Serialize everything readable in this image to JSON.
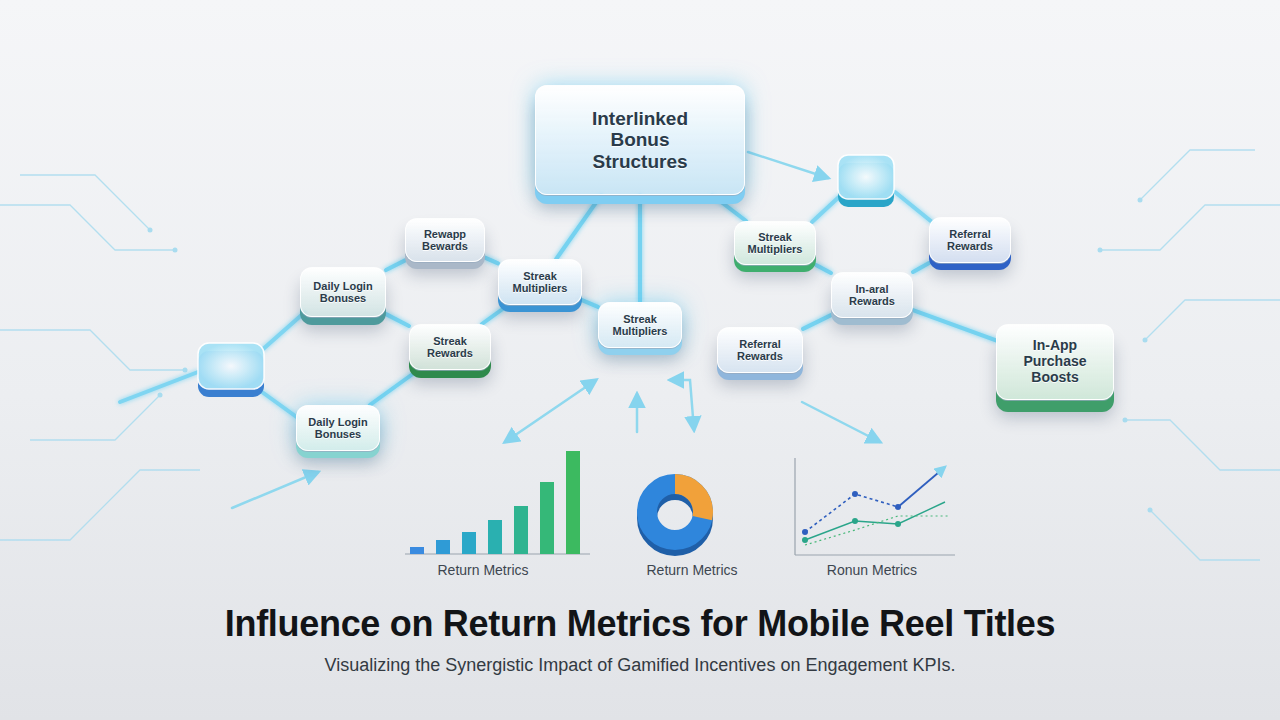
{
  "diagram": {
    "title": "Influence on Return Metrics for Mobile Reel Titles",
    "caption": "Visualizing the Synergistic Impact of Gamified Incentives on Engagement KPIs.",
    "nodes": [
      {
        "text": [
          "Interlinked Bonus Structures"
        ]
      },
      {
        "text": [
          "Rewapp Bewards"
        ]
      },
      {
        "text": [
          "Streak Multipliers"
        ]
      },
      {
        "text": [
          "Referral Rewards"
        ]
      },
      {
        "text": [
          "Streak Multipliers"
        ]
      },
      {
        "text": [
          "Daily Login Bonuses"
        ]
      },
      {
        "text": [
          "In-aral Rewards"
        ]
      },
      {
        "text": [
          "Streak Multipliers"
        ]
      },
      {
        "text": [
          "Streak Rewards"
        ]
      },
      {
        "text": [
          "Referral Rewards"
        ]
      },
      {
        "text": [
          "In-App Purchase Boosts"
        ]
      },
      {
        "text": [
          "Daily Login Bonuses"
        ]
      }
    ],
    "edges": [
      {
        "from": 0,
        "to": 7,
        "arrow": "none"
      },
      {
        "from": 0,
        "to": 4,
        "arrow": "none"
      },
      {
        "from": 0,
        "to": 2,
        "arrow": "none"
      },
      {
        "from": 1,
        "to": 5,
        "arrow": "none"
      },
      {
        "from": 1,
        "to": 4,
        "arrow": "none"
      },
      {
        "from": 5,
        "to": 8,
        "arrow": "none"
      },
      {
        "from": 8,
        "to": 4,
        "arrow": "none"
      },
      {
        "from": 8,
        "to": 11,
        "arrow": "none"
      },
      {
        "from": 4,
        "to": 7,
        "arrow": "none"
      },
      {
        "from": 2,
        "to": 6,
        "arrow": "none"
      },
      {
        "from": 3,
        "to": 6,
        "arrow": "none"
      },
      {
        "from": 9,
        "to": 6,
        "arrow": "none"
      },
      {
        "from": 6,
        "to": 10,
        "arrow": "none"
      }
    ],
    "labels": [
      "Return Metrics",
      "Return Metrics",
      "Ronun Metrics"
    ]
  }
}
